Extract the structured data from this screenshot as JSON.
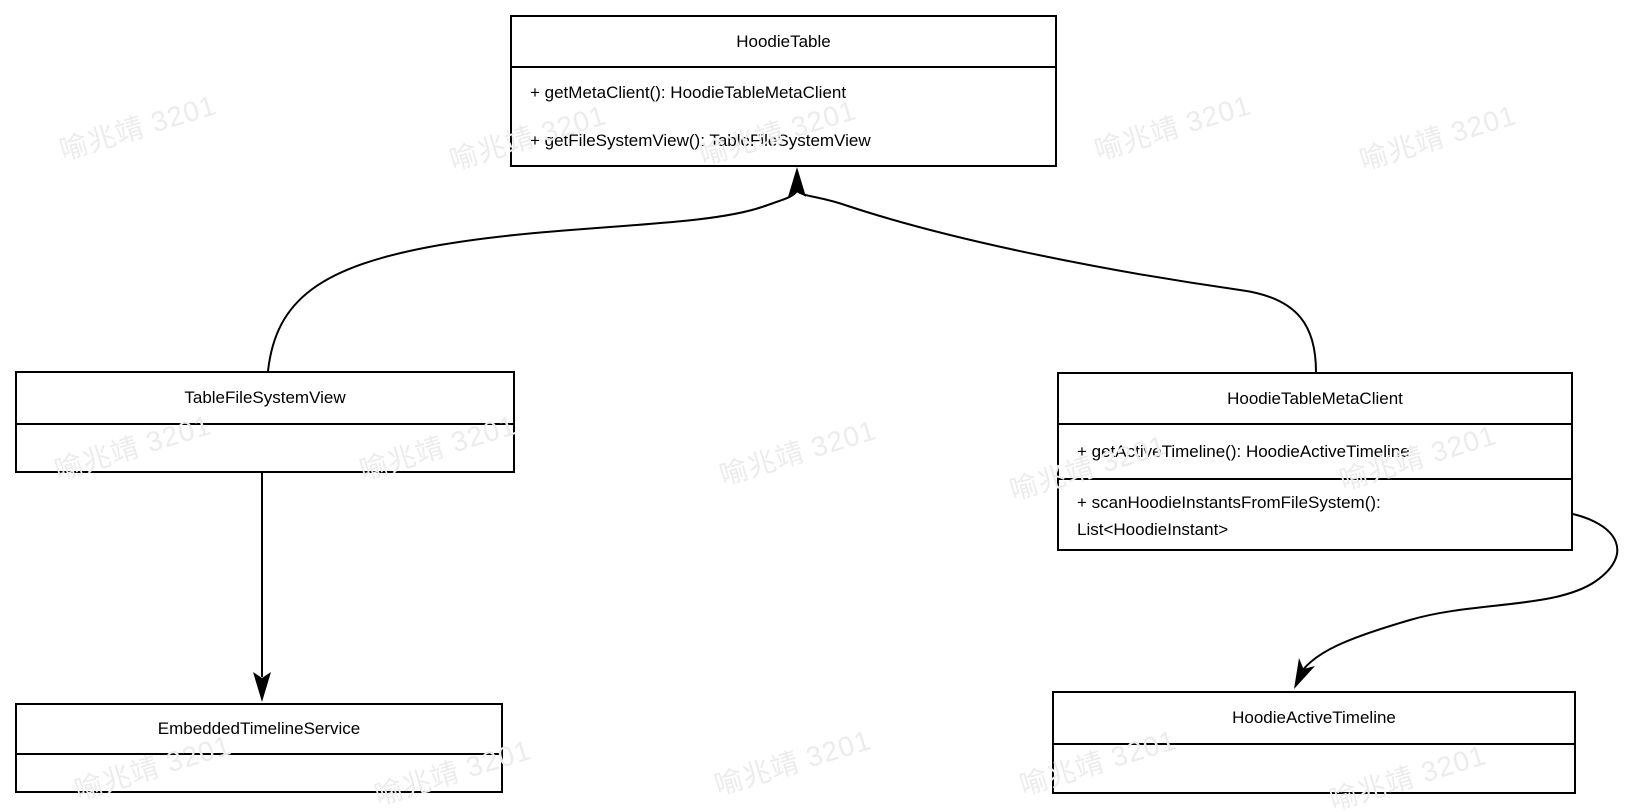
{
  "watermark": {
    "text": "喻兆靖 3201"
  },
  "colors": {
    "stroke": "#000000",
    "box_fill": "#ffffff",
    "watermark": "#ececec"
  },
  "classes": {
    "hoodieTable": {
      "title": "HoodieTable",
      "method1": "+ getMetaClient(): HoodieTableMetaClient",
      "method2": "+ getFileSystemView(): TableFileSystemView"
    },
    "tableFileSystemView": {
      "title": "TableFileSystemView"
    },
    "hoodieTableMetaClient": {
      "title": "HoodieTableMetaClient",
      "method1": "+ getActiveTimeline(): HoodieActiveTimeline",
      "method2_line1": "+ scanHoodieInstantsFromFileSystem():",
      "method2_line2": "List<HoodieInstant>"
    },
    "embeddedTimelineService": {
      "title": "EmbeddedTimelineService"
    },
    "hoodieActiveTimeline": {
      "title": "HoodieActiveTimeline"
    }
  },
  "relations": [
    {
      "from": "TableFileSystemView",
      "to": "HoodieTable",
      "arrowhead": "filled",
      "style": "curved"
    },
    {
      "from": "HoodieTableMetaClient",
      "to": "HoodieTable",
      "arrowhead": "filled",
      "style": "curved"
    },
    {
      "from": "TableFileSystemView",
      "to": "EmbeddedTimelineService",
      "arrowhead": "filled",
      "style": "straight"
    },
    {
      "from": "HoodieTableMetaClient",
      "to": "HoodieActiveTimeline",
      "arrowhead": "filled",
      "style": "curved"
    }
  ]
}
